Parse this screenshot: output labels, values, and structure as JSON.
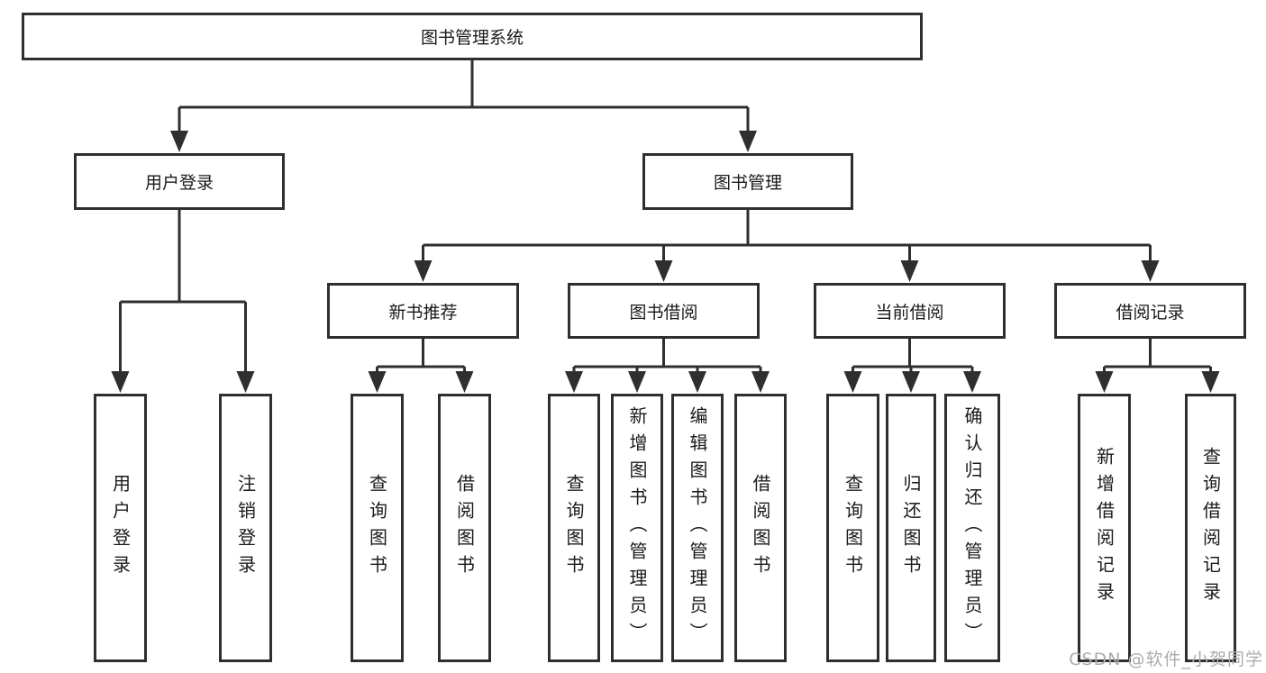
{
  "nodes": {
    "root": "图书管理系统",
    "user_login": "用户登录",
    "book_mgmt": "图书管理",
    "new_book_rec": "新书推荐",
    "book_borrow": "图书借阅",
    "current_borrow": "当前借阅",
    "borrow_records": "借阅记录",
    "ul_user_login": "用户登录",
    "ul_logout": "注销登录",
    "nb_query_books": "查询图书",
    "nb_borrow_books": "借阅图书",
    "bb_query_books": "查询图书",
    "bb_add_books": "新增图书（管理员）",
    "bb_edit_books": "编辑图书（管理员）",
    "bb_borrow_books": "借阅图书",
    "cb_query_books": "查询图书",
    "cb_return_books": "归还图书",
    "cb_confirm_return": "确认归还（管理员）",
    "br_add_record": "新增借阅记录",
    "br_query_record": "查询借阅记录"
  },
  "watermark": {
    "text": "CSDN @软件_小贺同学"
  },
  "colors": {
    "line": "#2f2f2f",
    "box_border": "#2f2f2f",
    "text": "#1a1a1a",
    "watermark": "#acacac",
    "background": "#ffffff"
  }
}
